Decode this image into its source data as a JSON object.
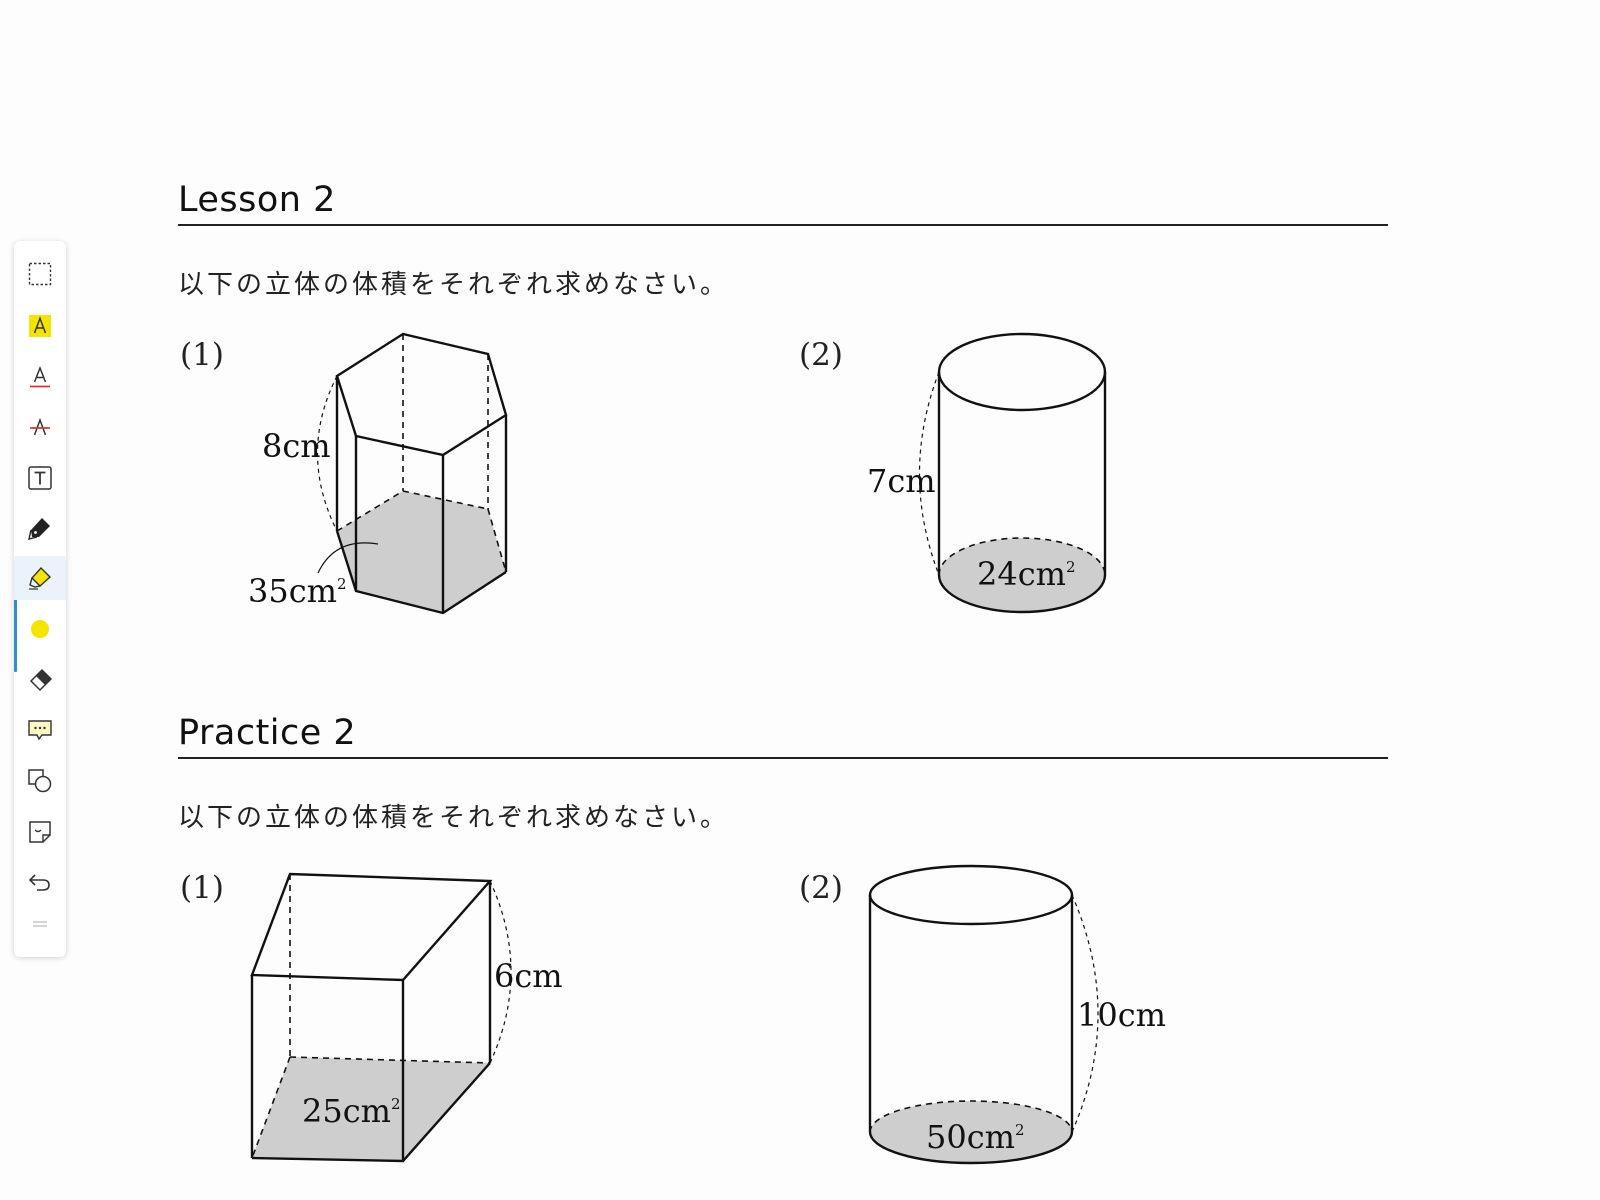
{
  "toolbar": {
    "tools": [
      {
        "name": "select-tool",
        "icon": "dashed-rectangle-icon"
      },
      {
        "name": "highlight-text-tool",
        "icon": "highlight-a-icon"
      },
      {
        "name": "underline-text-tool",
        "icon": "underline-a-icon"
      },
      {
        "name": "strikethrough-text-tool",
        "icon": "strikethrough-a-icon"
      },
      {
        "name": "text-box-tool",
        "icon": "text-box-icon"
      },
      {
        "name": "pen-tool",
        "icon": "pen-icon"
      },
      {
        "name": "highlighter-tool",
        "icon": "highlighter-icon",
        "active": true
      },
      {
        "name": "color-picker",
        "icon": "yellow-dot-icon",
        "color": "#f5e400"
      },
      {
        "name": "eraser-tool",
        "icon": "eraser-icon"
      },
      {
        "name": "comment-tool",
        "icon": "comment-icon"
      },
      {
        "name": "shapes-tool",
        "icon": "shapes-icon"
      },
      {
        "name": "sticky-note-tool",
        "icon": "sticky-note-icon"
      },
      {
        "name": "undo-button",
        "icon": "undo-icon"
      },
      {
        "name": "toolbar-grip",
        "icon": "grip-icon"
      }
    ],
    "accent_color": "#2b8fd6",
    "highlight_color": "#f5e400",
    "annotation_color": "#d9362b"
  },
  "lesson": {
    "title": "Lesson 2",
    "instruction": "以下の立体の体積をそれぞれ求めなさい。",
    "problems": [
      {
        "number": "(1)",
        "shape": "hexagonal-prism",
        "height": "8cm",
        "base_area": "35cm",
        "base_area_sup": "2"
      },
      {
        "number": "(2)",
        "shape": "cylinder",
        "height": "7cm",
        "base_area": "24cm",
        "base_area_sup": "2"
      }
    ]
  },
  "practice": {
    "title": "Practice 2",
    "instruction": "以下の立体の体積をそれぞれ求めなさい。",
    "problems": [
      {
        "number": "(1)",
        "shape": "quadrilateral-prism",
        "height": "6cm",
        "base_area": "25cm",
        "base_area_sup": "2"
      },
      {
        "number": "(2)",
        "shape": "cylinder",
        "height": "10cm",
        "base_area": "50cm",
        "base_area_sup": "2"
      }
    ]
  },
  "colors": {
    "base_fill": "#cfcecf",
    "line": "#111111",
    "rule": "#222222"
  }
}
